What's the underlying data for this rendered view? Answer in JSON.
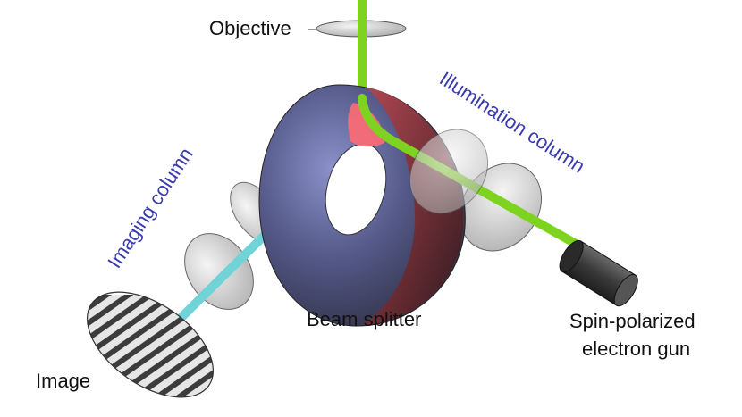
{
  "labels": {
    "objective": "Objective",
    "illumination_column": "Illumination column",
    "imaging_column": "Imaging column",
    "beam_splitter": "Beam splitter",
    "gun_line1": "Spin-polarized",
    "gun_line2": "electron gun",
    "image": "Image"
  },
  "colors": {
    "illumination_beam": "#7ed321",
    "imaging_beam": "#6fd3d8",
    "column_label": "#3b3bb0",
    "torus_left": "#6f76a8",
    "torus_right": "#8a3a40"
  }
}
